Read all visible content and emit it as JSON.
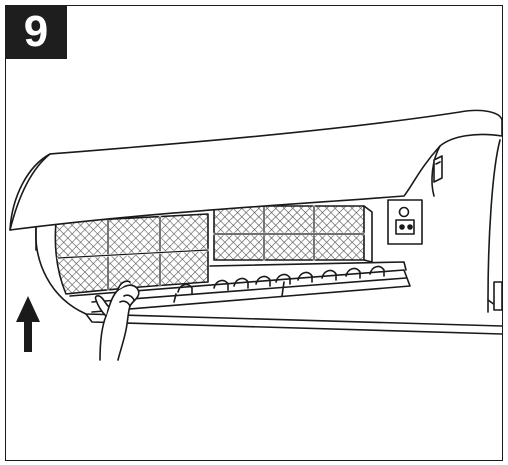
{
  "step": {
    "number": "9"
  },
  "illustration": {
    "icons": [
      "air-conditioner-indoor-unit",
      "hand",
      "up-arrow"
    ],
    "colors": {
      "line": "#1a1a1a",
      "badge_bg": "#1e1e1e",
      "badge_text": "#ffffff",
      "filter_mesh": "#555555"
    }
  }
}
